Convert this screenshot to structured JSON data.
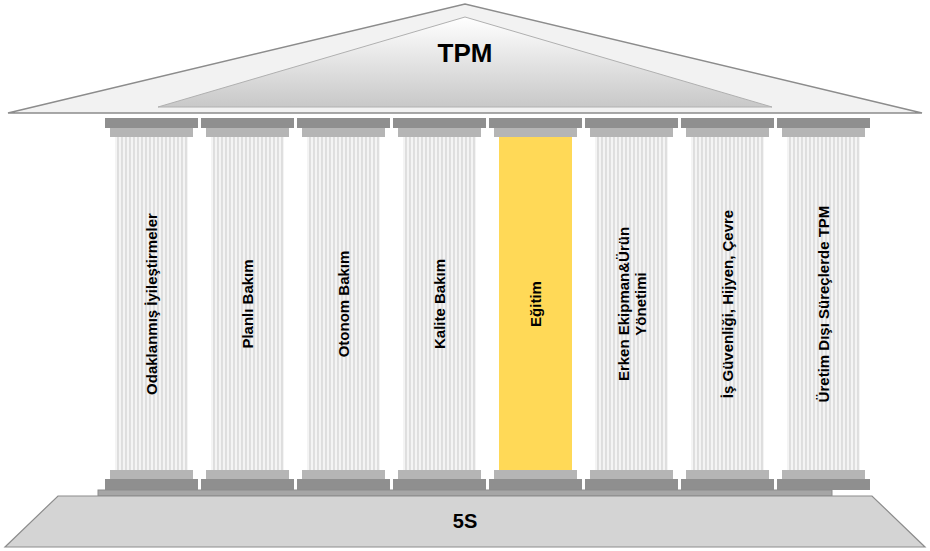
{
  "diagram": {
    "nodes": [
      {
        "text": [
          "TPM"
        ]
      },
      {
        "text": [
          "Odaklanmış İyileştirmeler"
        ]
      },
      {
        "text": [
          "Planlı Bakım"
        ]
      },
      {
        "text": [
          "Otonom Bakım"
        ]
      },
      {
        "text": [
          "Kalite Bakım"
        ]
      },
      {
        "text": [
          "Eğitim"
        ]
      },
      {
        "text": [
          "Erken Ekipman&Ürün Yönetimi"
        ]
      },
      {
        "text": [
          "İş Güvenliği, Hijyen, Çevre"
        ]
      },
      {
        "text": [
          "Üretim Dışı Süreçlerde TPM"
        ]
      },
      {
        "text": [
          "5S"
        ]
      }
    ]
  }
}
